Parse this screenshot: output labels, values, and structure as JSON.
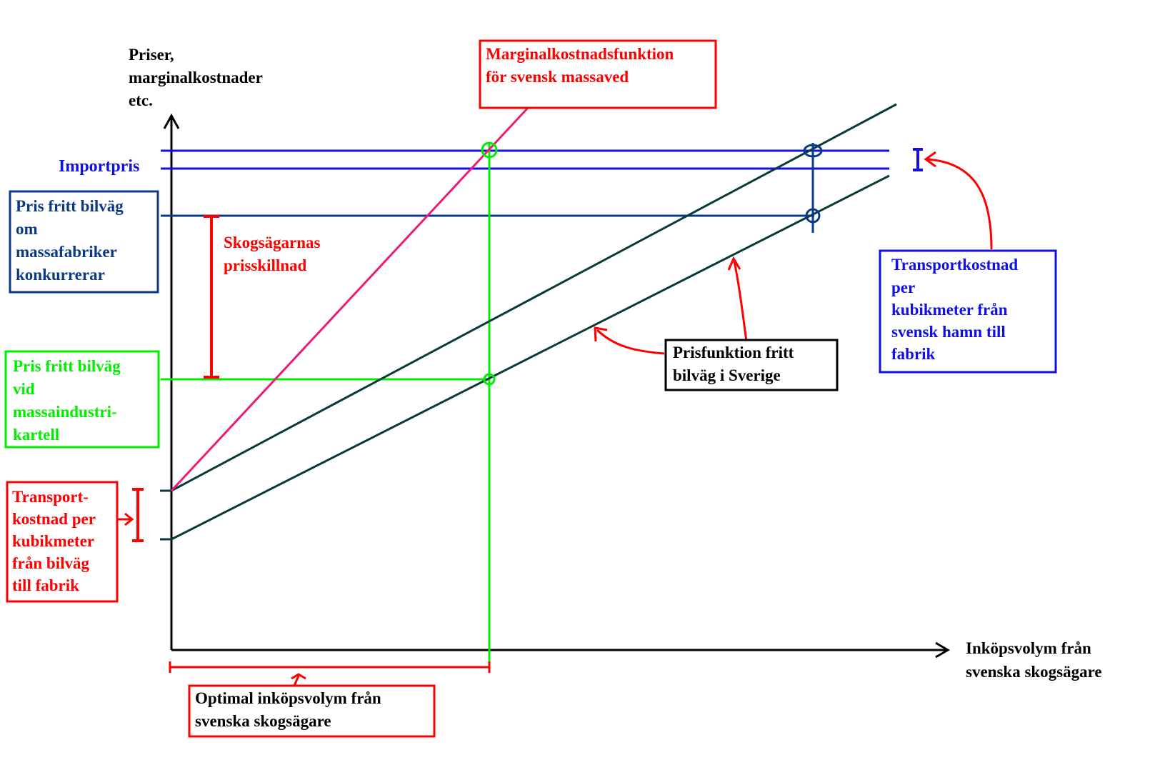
{
  "colors": {
    "black": "#000000",
    "blue": "#1010e6",
    "darkblue": "#0b3b88",
    "darkline": "#0a3a3a",
    "red": "#ff0000",
    "green": "#00ee00",
    "pink": "#ee1b79"
  },
  "yaxis_label": [
    "Priser,",
    "marginalkostnader",
    "etc."
  ],
  "xaxis_label": [
    "Inköpsvolym från",
    "svenska skogsägare"
  ],
  "labels": {
    "importpris": "Importpris",
    "marginal": [
      "Marginalkostnadsfunktion",
      "för svensk massaved"
    ],
    "competitive": [
      "Pris fritt bilväg",
      "om",
      "massafabriker",
      "konkurrerar"
    ],
    "diff": [
      "Skogsägarnas",
      "prisskillnad"
    ],
    "cartel": [
      "Pris fritt bilväg",
      "vid",
      "massaindustri-",
      "kartell"
    ],
    "prisfunktion": [
      "Prisfunktion fritt",
      "bilväg i Sverige"
    ],
    "transport_port": [
      "Transportkostnad",
      "per",
      "kubikmeter från",
      "svensk hamn till",
      "fabrik"
    ],
    "transport_road": [
      "Transport-",
      "kostnad per",
      "kubikmeter",
      "från bilväg",
      "till fabrik"
    ],
    "optimal": [
      "Optimal inköpsvolym från",
      "svenska skogsägare"
    ]
  }
}
